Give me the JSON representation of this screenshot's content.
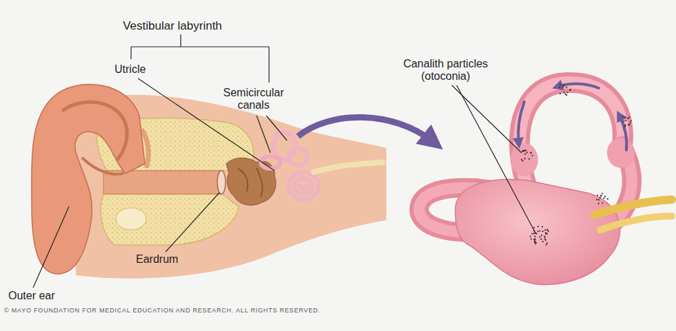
{
  "diagram": {
    "labels": [
      "Vestibular labyrinth",
      "Utricle",
      "Semicircular canals",
      "Canalith particles (otoconia)",
      "Eardrum",
      "Outer ear",
      "© MAYO FOUNDATION FOR MEDICAL EDUCATION AND RESEARCH. ALL RIGHTS RESERVED."
    ]
  }
}
